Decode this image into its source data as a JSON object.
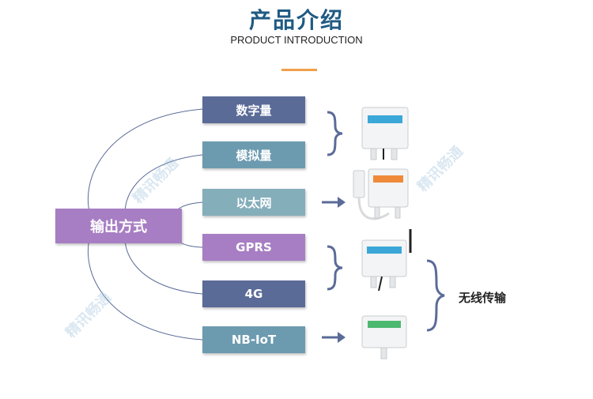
{
  "header": {
    "title": "产品介绍",
    "subtitle": "PRODUCT INTRODUCTION",
    "accent_color": "#f0a04a"
  },
  "center": {
    "label": "输出方式",
    "color": "#a77ec3"
  },
  "options": [
    {
      "label": "数字量",
      "color": "#5b6b98"
    },
    {
      "label": "模拟量",
      "color": "#6c9bb0"
    },
    {
      "label": "以太网",
      "color": "#85aebb"
    },
    {
      "label": "GPRS",
      "color": "#a77ec3"
    },
    {
      "label": "4G",
      "color": "#5b6b98"
    },
    {
      "label": "NB-IoT",
      "color": "#6c9bb0"
    }
  ],
  "wireless_label": "无线传输",
  "watermark": "精讯畅通",
  "connector_color": "#5b6b98",
  "device_labels": [
    {
      "color": "#3aa7d8"
    },
    {
      "color": "#ef8a3a"
    },
    {
      "color": "#3aa7d8"
    },
    {
      "color": "#4cb870"
    }
  ]
}
